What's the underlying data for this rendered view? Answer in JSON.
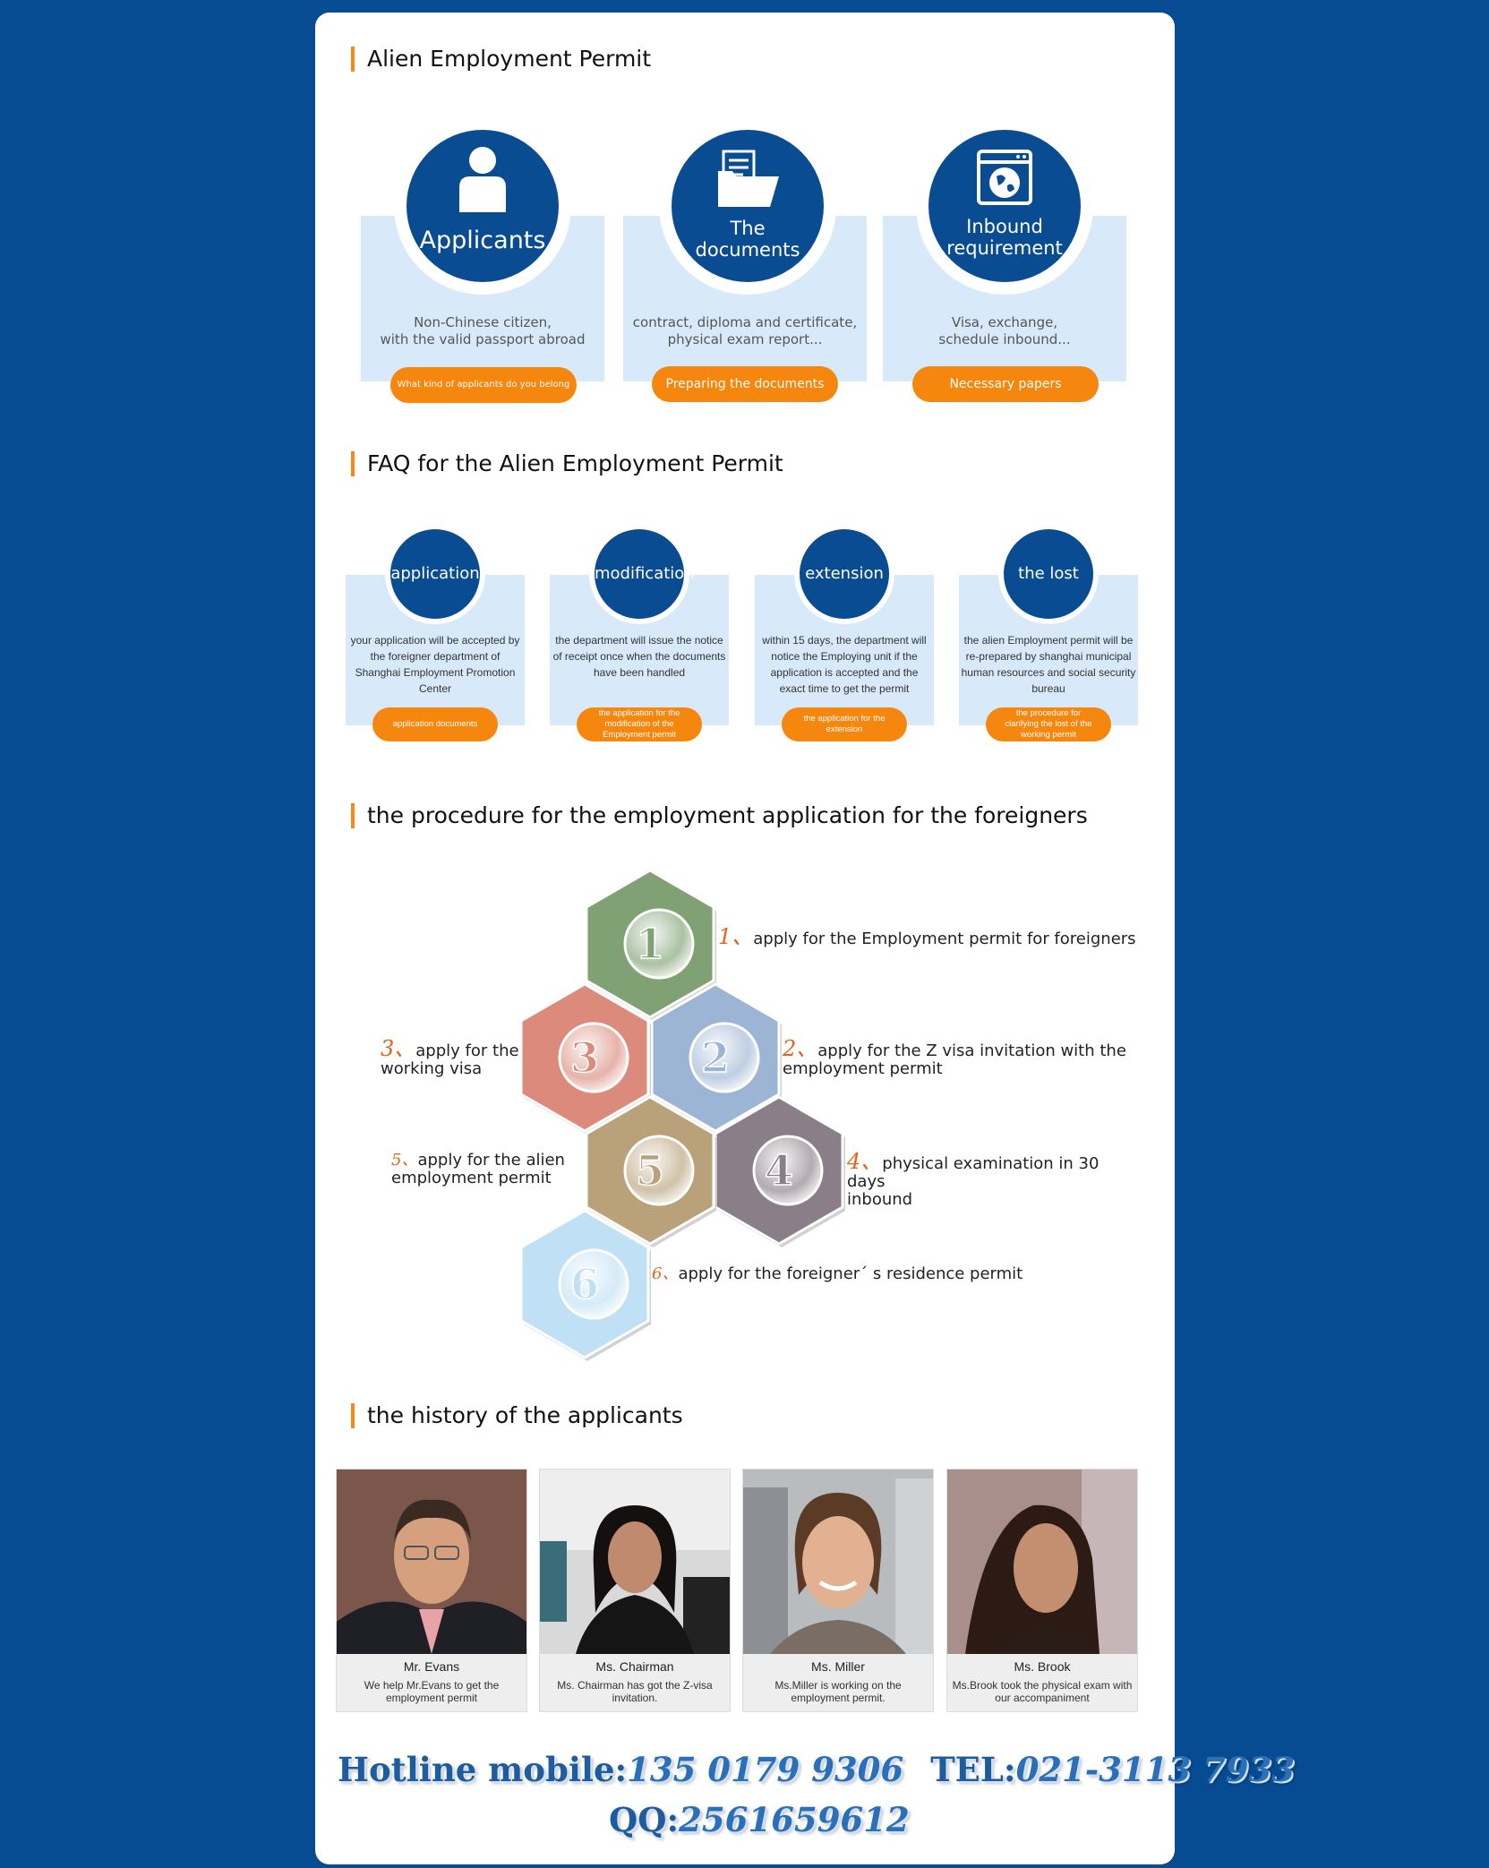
{
  "section1": {
    "title": "Alien Employment Permit",
    "cards": [
      {
        "circle_label": "Applicants",
        "icon": "person-icon",
        "description_line1": "Non-Chinese citizen,",
        "description_line2": "with the valid passport abroad",
        "button": "What kind of applicants do you belong to?"
      },
      {
        "circle_label_line1": "The",
        "circle_label_line2": "documents",
        "icon": "folder-documents-icon",
        "description_line1": "contract, diploma and certificate,",
        "description_line2": "physical exam report...",
        "button": "Preparing the documents"
      },
      {
        "circle_label_line1": "Inbound",
        "circle_label_line2": "requirement",
        "icon": "globe-window-icon",
        "description_line1": "Visa, exchange,",
        "description_line2": "schedule inbound...",
        "button": "Necessary papers"
      }
    ]
  },
  "section2": {
    "title": "FAQ for the Alien Employment Permit",
    "cards": [
      {
        "circle_label": "application",
        "description": "your application will be accepted by the foreigner department of Shanghai Employment Promotion Center",
        "button": "application documents"
      },
      {
        "circle_label": "modification",
        "description": "the department will issue the notice of receipt once when the documents have been handled",
        "button": "the application for the modification of the Employment permit"
      },
      {
        "circle_label": "extension",
        "description": "within 15 days, the department will notice the Employing unit if the application is accepted and the exact time to get  the permit",
        "button": "the application for the extension"
      },
      {
        "circle_label": "the lost",
        "description": "the alien Employment permit will be re-prepared by shanghai municipal human resources and social security bureau",
        "button": "the procedure for clarifying the lost of the working permit"
      }
    ]
  },
  "section3": {
    "title": "the procedure for the employment application for the foreigners",
    "steps": [
      {
        "num": "1",
        "mark": "1、",
        "text": "apply for the Employment permit for foreigners",
        "color": "#7fa173"
      },
      {
        "num": "2",
        "mark": "2、",
        "text_line1": "apply for the Z visa invitation with the",
        "text_line2": "employment permit",
        "color": "#9db5d4"
      },
      {
        "num": "3",
        "mark": "3、",
        "text_line1": "apply for the",
        "text_line2": "working visa",
        "color": "#db8a7b"
      },
      {
        "num": "4",
        "mark": "4、",
        "text_line1": "physical examination in 30 days",
        "text_line2": "inbound",
        "color": "#8a7f88"
      },
      {
        "num": "5",
        "mark": "5、",
        "text_line1": "apply for the alien",
        "text_line2": "employment permit",
        "color": "#b9a27a"
      },
      {
        "num": "6",
        "mark": "6、",
        "text": "apply for the foreigner´ s residence permit",
        "color": "#bfe0f5"
      }
    ]
  },
  "section4": {
    "title": "the history of the applicants",
    "people": [
      {
        "name": "Mr. Evans",
        "description": "We help Mr.Evans to get the employment permit"
      },
      {
        "name": "Ms. Chairman",
        "description": "Ms. Chairman has got the Z-visa invitation."
      },
      {
        "name": "Ms. Miller",
        "description": "Ms.Miller is working on the employment permit."
      },
      {
        "name": "Ms. Brook",
        "description": "Ms.Brook took the physical exam with our accompaniment"
      }
    ]
  },
  "footer": {
    "hotline_label": "Hotline mobile:",
    "hotline_value": "135 0179 9306",
    "tel_label": "TEL:",
    "tel_value": "021-3113 7933",
    "qq_label": "QQ:",
    "qq_value": "2561659612"
  },
  "colors": {
    "background": "#074b93",
    "accent": "#f28a1e",
    "circle": "#0a4c92",
    "card": "#d8e9f9"
  }
}
